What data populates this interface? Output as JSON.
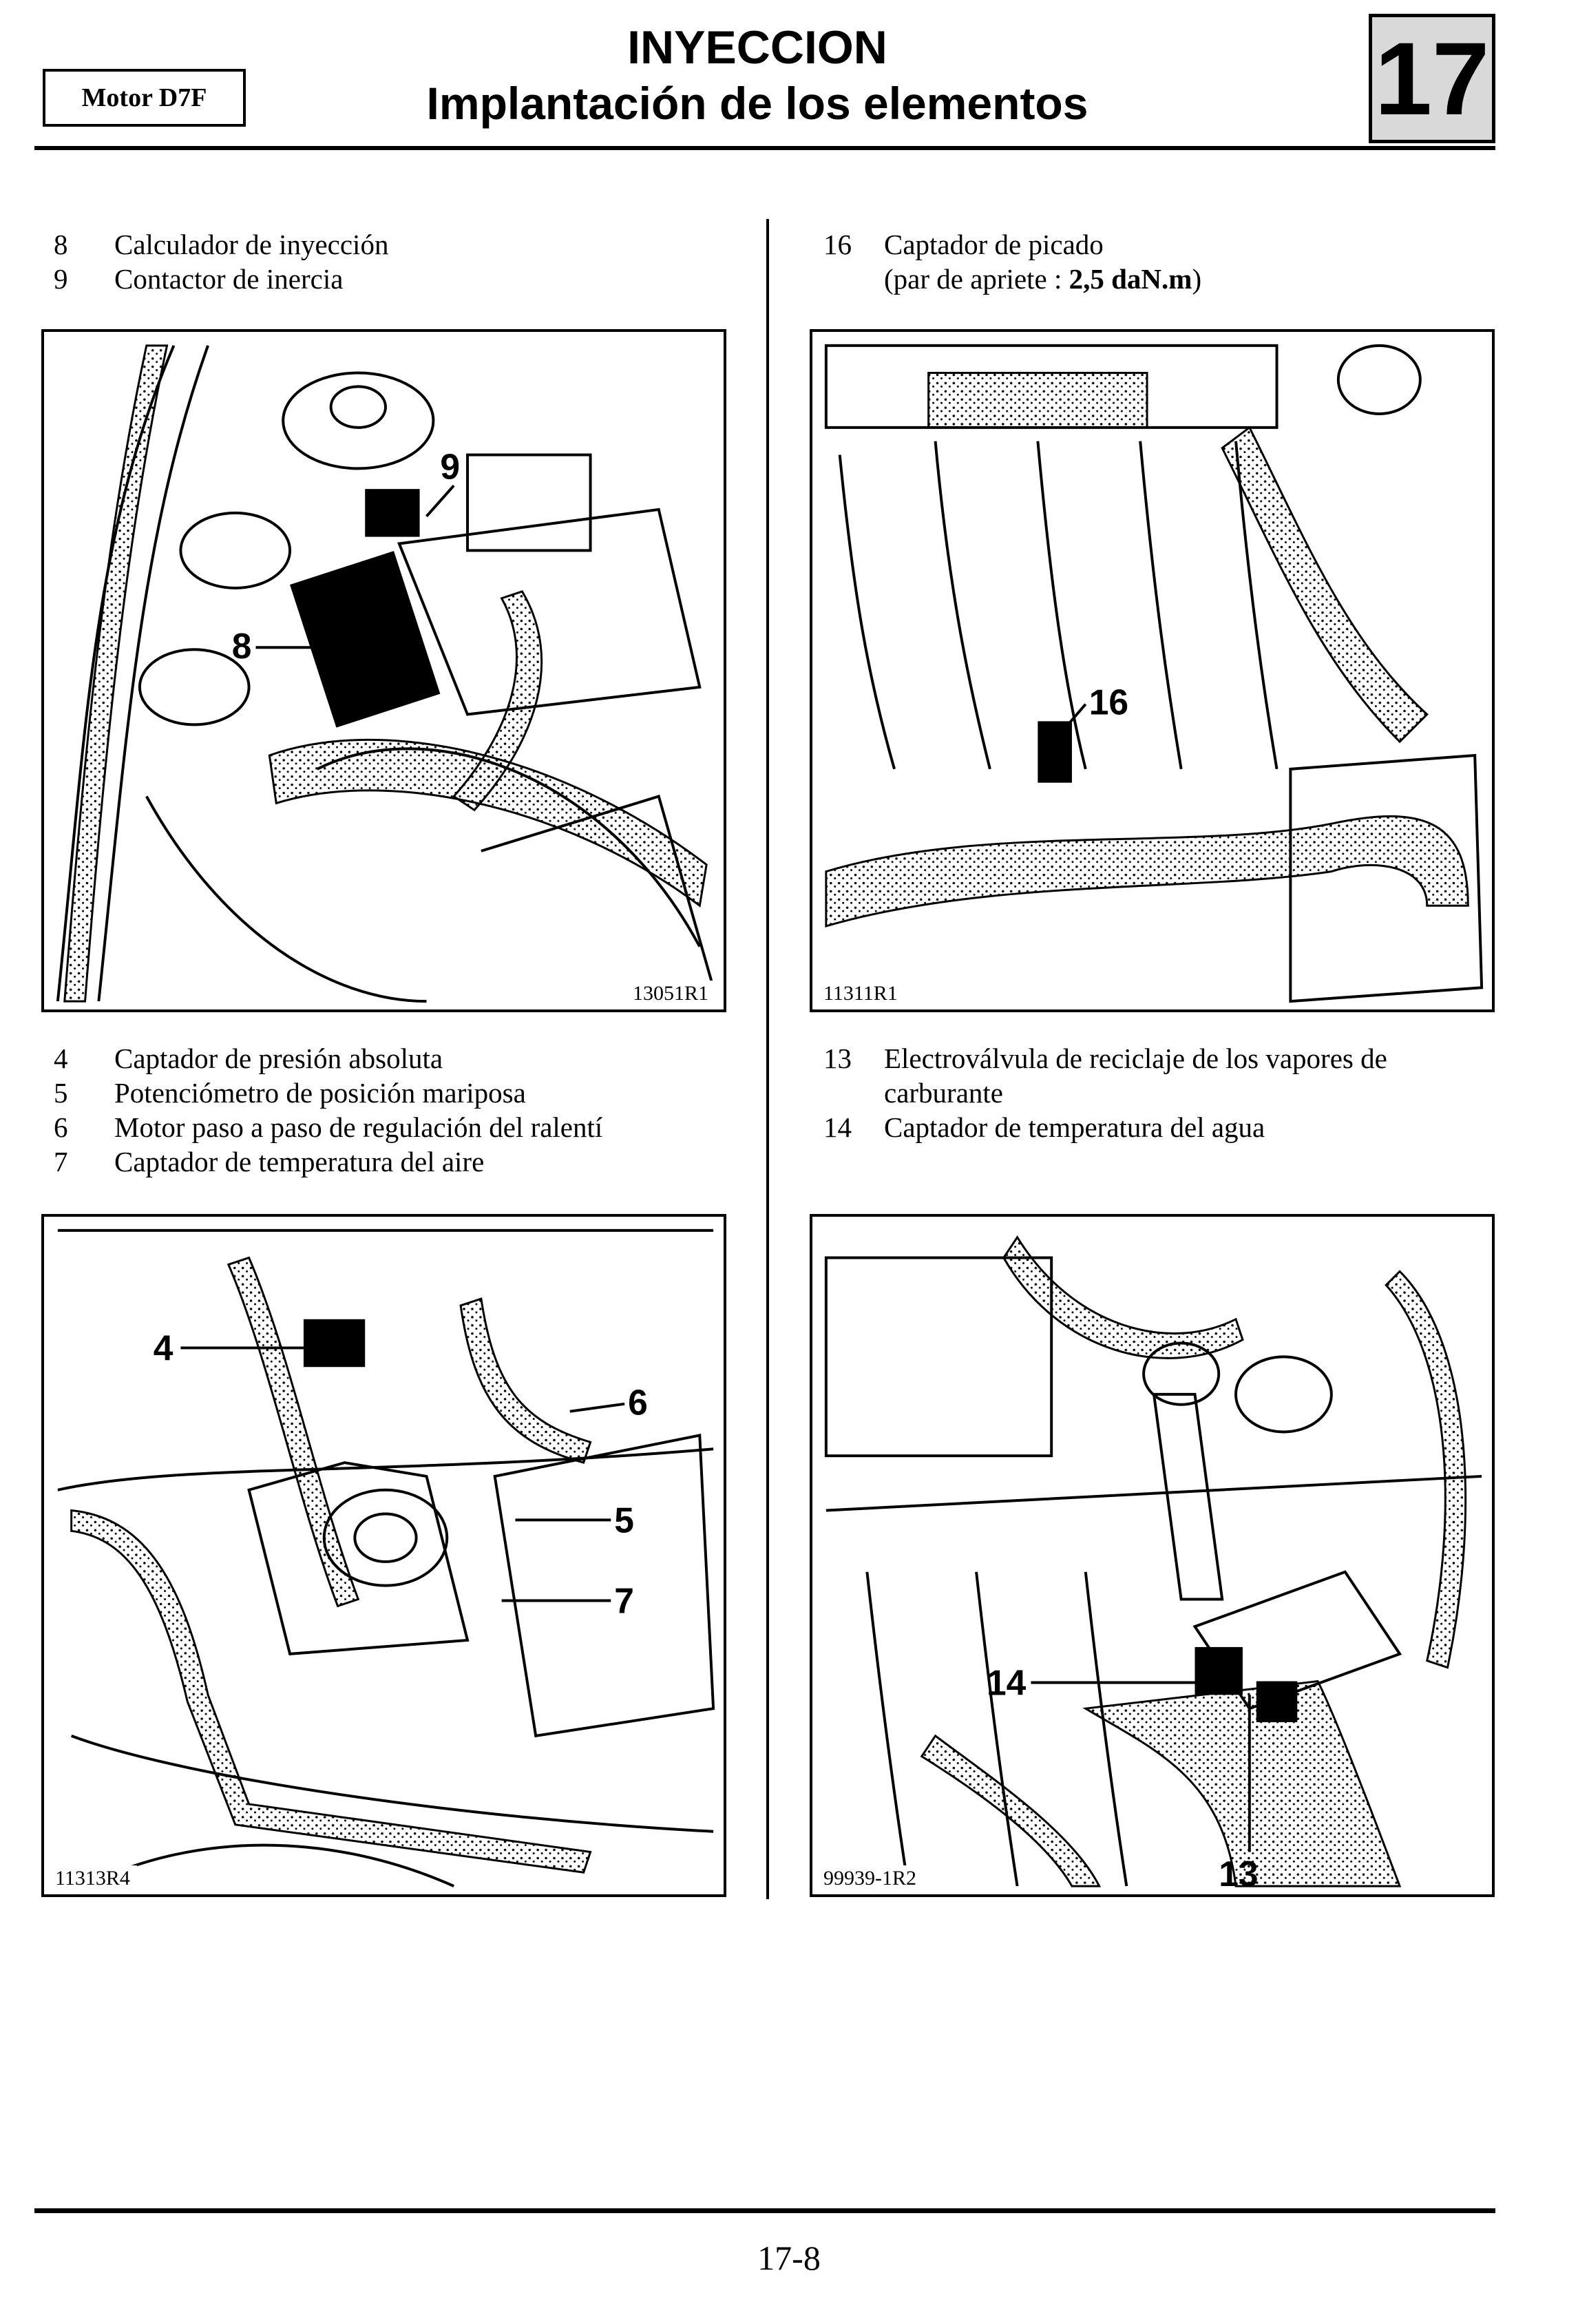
{
  "header": {
    "motor": "Motor D7F",
    "title_line1": "INYECCION",
    "title_line2": "Implantación de los elementos",
    "chapter": "17"
  },
  "sections": [
    {
      "items": [
        {
          "num": "8",
          "text": "Calculador de inyección"
        },
        {
          "num": "9",
          "text": "Contactor de inercia"
        }
      ],
      "figure_ref": "13051R1",
      "callouts": [
        "9",
        "8"
      ]
    },
    {
      "items": [
        {
          "num": "16",
          "text": "Captador de picado",
          "line2_prefix": "(par de apriete : ",
          "line2_bold": "2,5 daN.m",
          "line2_suffix": ")"
        }
      ],
      "figure_ref": "11311R1",
      "callouts": [
        "16"
      ]
    },
    {
      "items": [
        {
          "num": "4",
          "text": "Captador de presión absoluta"
        },
        {
          "num": "5",
          "text": "Potenciómetro de posición mariposa"
        },
        {
          "num": "6",
          "text": "Motor paso a paso de regulación del ralentí"
        },
        {
          "num": "7",
          "text": "Captador de temperatura del aire"
        }
      ],
      "figure_ref": "11313R4",
      "callouts": [
        "4",
        "6",
        "5",
        "7"
      ]
    },
    {
      "items": [
        {
          "num": "13",
          "text": "Electroválvula de reciclaje de los vapores de",
          "line2": "carburante"
        },
        {
          "num": "14",
          "text": "Captador de temperatura del agua"
        }
      ],
      "figure_ref": "99939-1R2",
      "callouts": [
        "14",
        "13"
      ]
    }
  ],
  "footer": {
    "page": "17-8"
  }
}
